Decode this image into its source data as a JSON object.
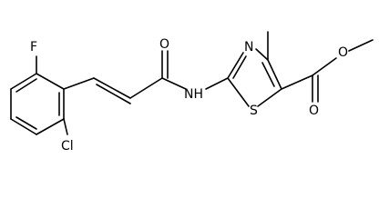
{
  "structure": {
    "atoms": {
      "F": "F",
      "Cl": "Cl",
      "O_amide": "O",
      "NH": "NH",
      "N_ring": "N",
      "S": "S",
      "O_carbonyl": "O",
      "O_ester": "O"
    }
  }
}
